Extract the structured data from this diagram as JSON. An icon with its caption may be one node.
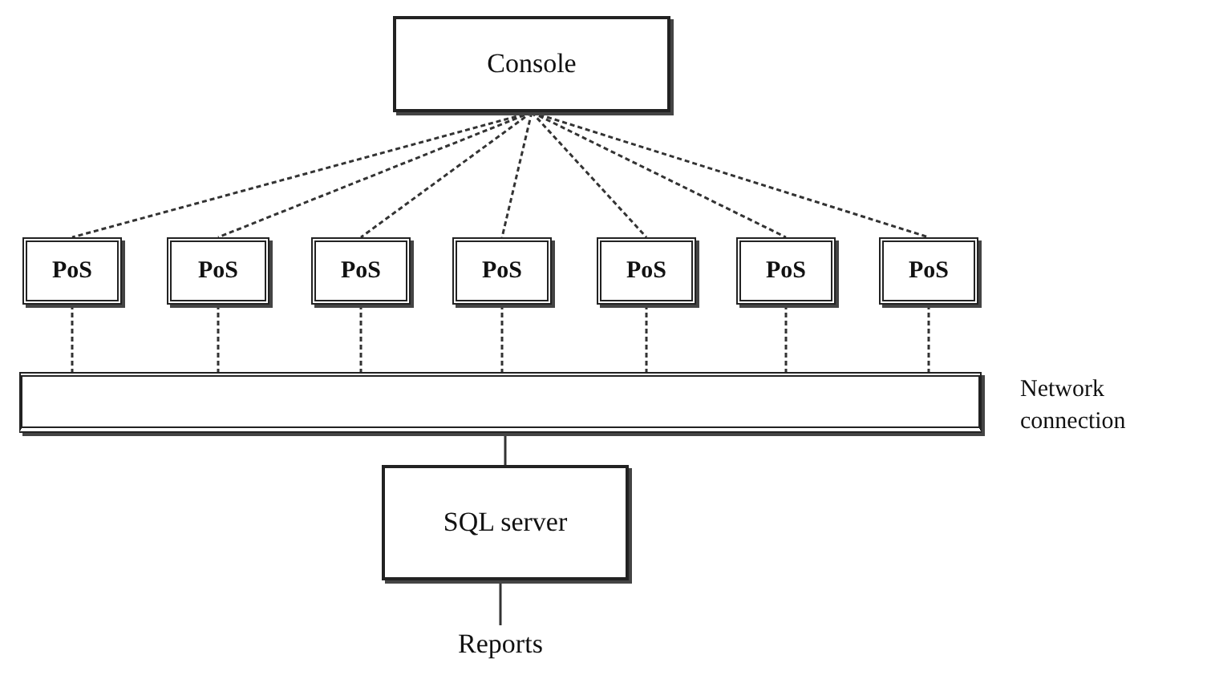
{
  "diagram": {
    "nodes": [
      {
        "text": [
          "Console"
        ]
      },
      {
        "text": [
          "PoS"
        ]
      },
      {
        "text": [
          "PoS"
        ]
      },
      {
        "text": [
          "PoS"
        ]
      },
      {
        "text": [
          "PoS"
        ]
      },
      {
        "text": [
          "PoS"
        ]
      },
      {
        "text": [
          "PoS"
        ]
      },
      {
        "text": [
          "PoS"
        ]
      },
      {
        "text": [],
        "shape": "bar",
        "beside": [
          "Network connection"
        ]
      },
      {
        "text": [
          "SQL server"
        ]
      },
      {
        "text": [
          "Reports"
        ]
      }
    ],
    "edges": [
      {
        "from": 0,
        "to": 1,
        "arrow": "none",
        "style": "dashed"
      },
      {
        "from": 0,
        "to": 2,
        "arrow": "none",
        "style": "dashed"
      },
      {
        "from": 0,
        "to": 3,
        "arrow": "none",
        "style": "dashed"
      },
      {
        "from": 0,
        "to": 4,
        "arrow": "none",
        "style": "dashed"
      },
      {
        "from": 0,
        "to": 5,
        "arrow": "none",
        "style": "dashed"
      },
      {
        "from": 0,
        "to": 6,
        "arrow": "none",
        "style": "dashed"
      },
      {
        "from": 0,
        "to": 7,
        "arrow": "none",
        "style": "dashed"
      },
      {
        "from": 1,
        "to": 8,
        "arrow": "none",
        "style": "dashed"
      },
      {
        "from": 2,
        "to": 8,
        "arrow": "none",
        "style": "dashed"
      },
      {
        "from": 3,
        "to": 8,
        "arrow": "none",
        "style": "dashed"
      },
      {
        "from": 4,
        "to": 8,
        "arrow": "none",
        "style": "dashed"
      },
      {
        "from": 5,
        "to": 8,
        "arrow": "none",
        "style": "dashed"
      },
      {
        "from": 6,
        "to": 8,
        "arrow": "none",
        "style": "dashed"
      },
      {
        "from": 7,
        "to": 8,
        "arrow": "none",
        "style": "dashed"
      },
      {
        "from": 8,
        "to": 9,
        "arrow": "none"
      },
      {
        "from": 9,
        "to": 10,
        "arrow": "none"
      }
    ]
  }
}
